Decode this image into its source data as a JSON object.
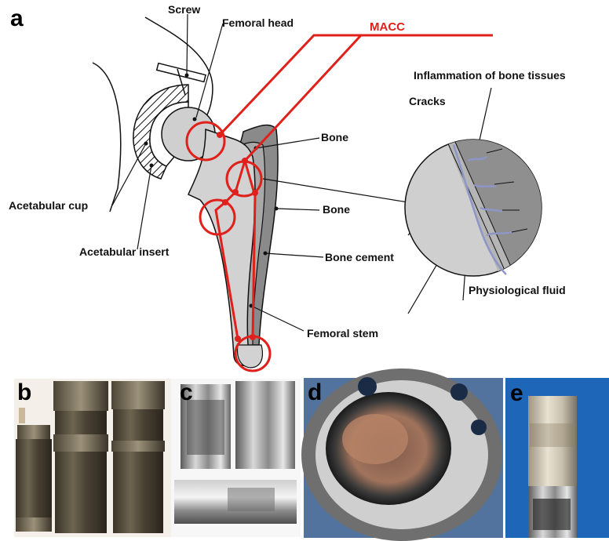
{
  "panels": {
    "a": "a",
    "b": "b",
    "c": "c",
    "d": "d",
    "e": "e"
  },
  "labels": {
    "screw": "Screw",
    "femoral_head": "Femoral head",
    "macc": "MACC",
    "inflammation": "Inflammation of bone tissues",
    "cracks": "Cracks",
    "bone_upper": "Bone",
    "bone_lower": "Bone",
    "acetabular_cup": "Acetabular cup",
    "acetabular_insert": "Acetabular insert",
    "bone_cement": "Bone cement",
    "physiological_fluid": "Physiological fluid",
    "femoral_stem": "Femoral stem"
  },
  "colors": {
    "macc_red": "#e0201b",
    "bone_dark": "#8a8a8a",
    "bone_mid": "#a9a9a9",
    "implant_light": "#d2d2d2",
    "crack_blue": "#8e96c8",
    "photo_blue": "#1e66b8"
  }
}
